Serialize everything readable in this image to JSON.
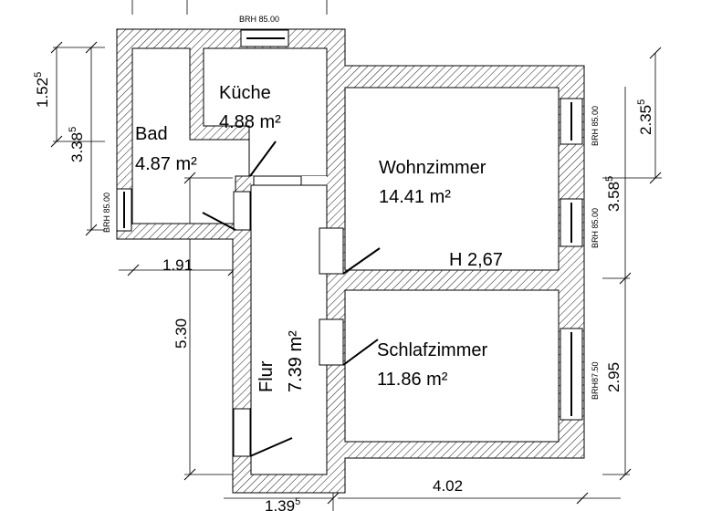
{
  "rooms": {
    "kueche": {
      "name": "Küche",
      "area": "4.88 m²"
    },
    "bad": {
      "name": "Bad",
      "area": "4.87 m²"
    },
    "wohnzimmer": {
      "name": "Wohnzimmer",
      "area": "14.41 m²"
    },
    "schlafzimmer": {
      "name": "Schlafzimmer",
      "area": "11.86 m²"
    },
    "flur": {
      "name": "Flur",
      "area": "7.39 m²"
    }
  },
  "height_label": "H 2,67",
  "dimensions": {
    "left_upper": {
      "main": "1.52",
      "sup": "5"
    },
    "left_total": {
      "main": "3.38",
      "sup": "5"
    },
    "bad_width": "1.91",
    "flur_height": "5.30",
    "right_upper": {
      "main": "2.35",
      "sup": "5"
    },
    "right_middle": {
      "main": "3.58",
      "sup": "5"
    },
    "right_lower": "2.95",
    "bottom_width": "4.02",
    "bottom_left": {
      "main": "1.39",
      "sup": "5"
    }
  },
  "window_labels": {
    "kitchen_top": "BRH 85.00",
    "bad_left": "BRH 85.00",
    "wohn_right_upper": "BRH 85.00",
    "wohn_right_lower": "BRH 85.00",
    "schlaf_right": "BRH87.50"
  }
}
